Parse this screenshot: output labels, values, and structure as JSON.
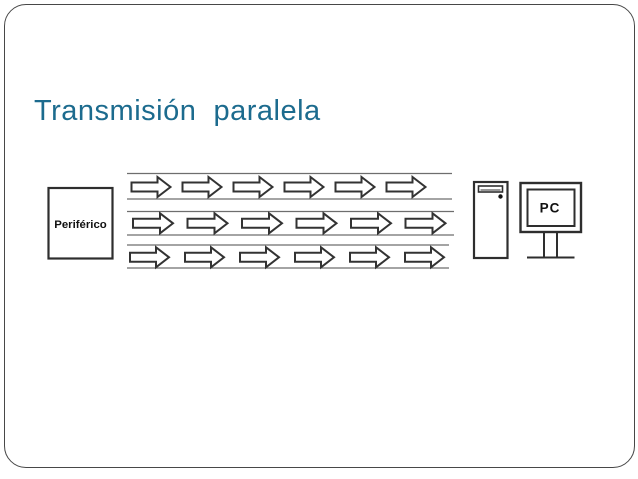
{
  "slide": {
    "title": "Transmisión  paralela",
    "title_color": "#1c6b8e",
    "background_color": "#ffffff",
    "border_color": "#474747"
  },
  "diagram": {
    "peripheral_label": "Periférico",
    "pc_label": "PC",
    "channel_count": 3,
    "arrows_per_channel": 6,
    "arrow_direction": "right",
    "arrow_fill": "#ffffff",
    "arrow_stroke": "#333333",
    "channel_line_color": "#6e6e6e",
    "outline_color": "#2e2e2e"
  }
}
